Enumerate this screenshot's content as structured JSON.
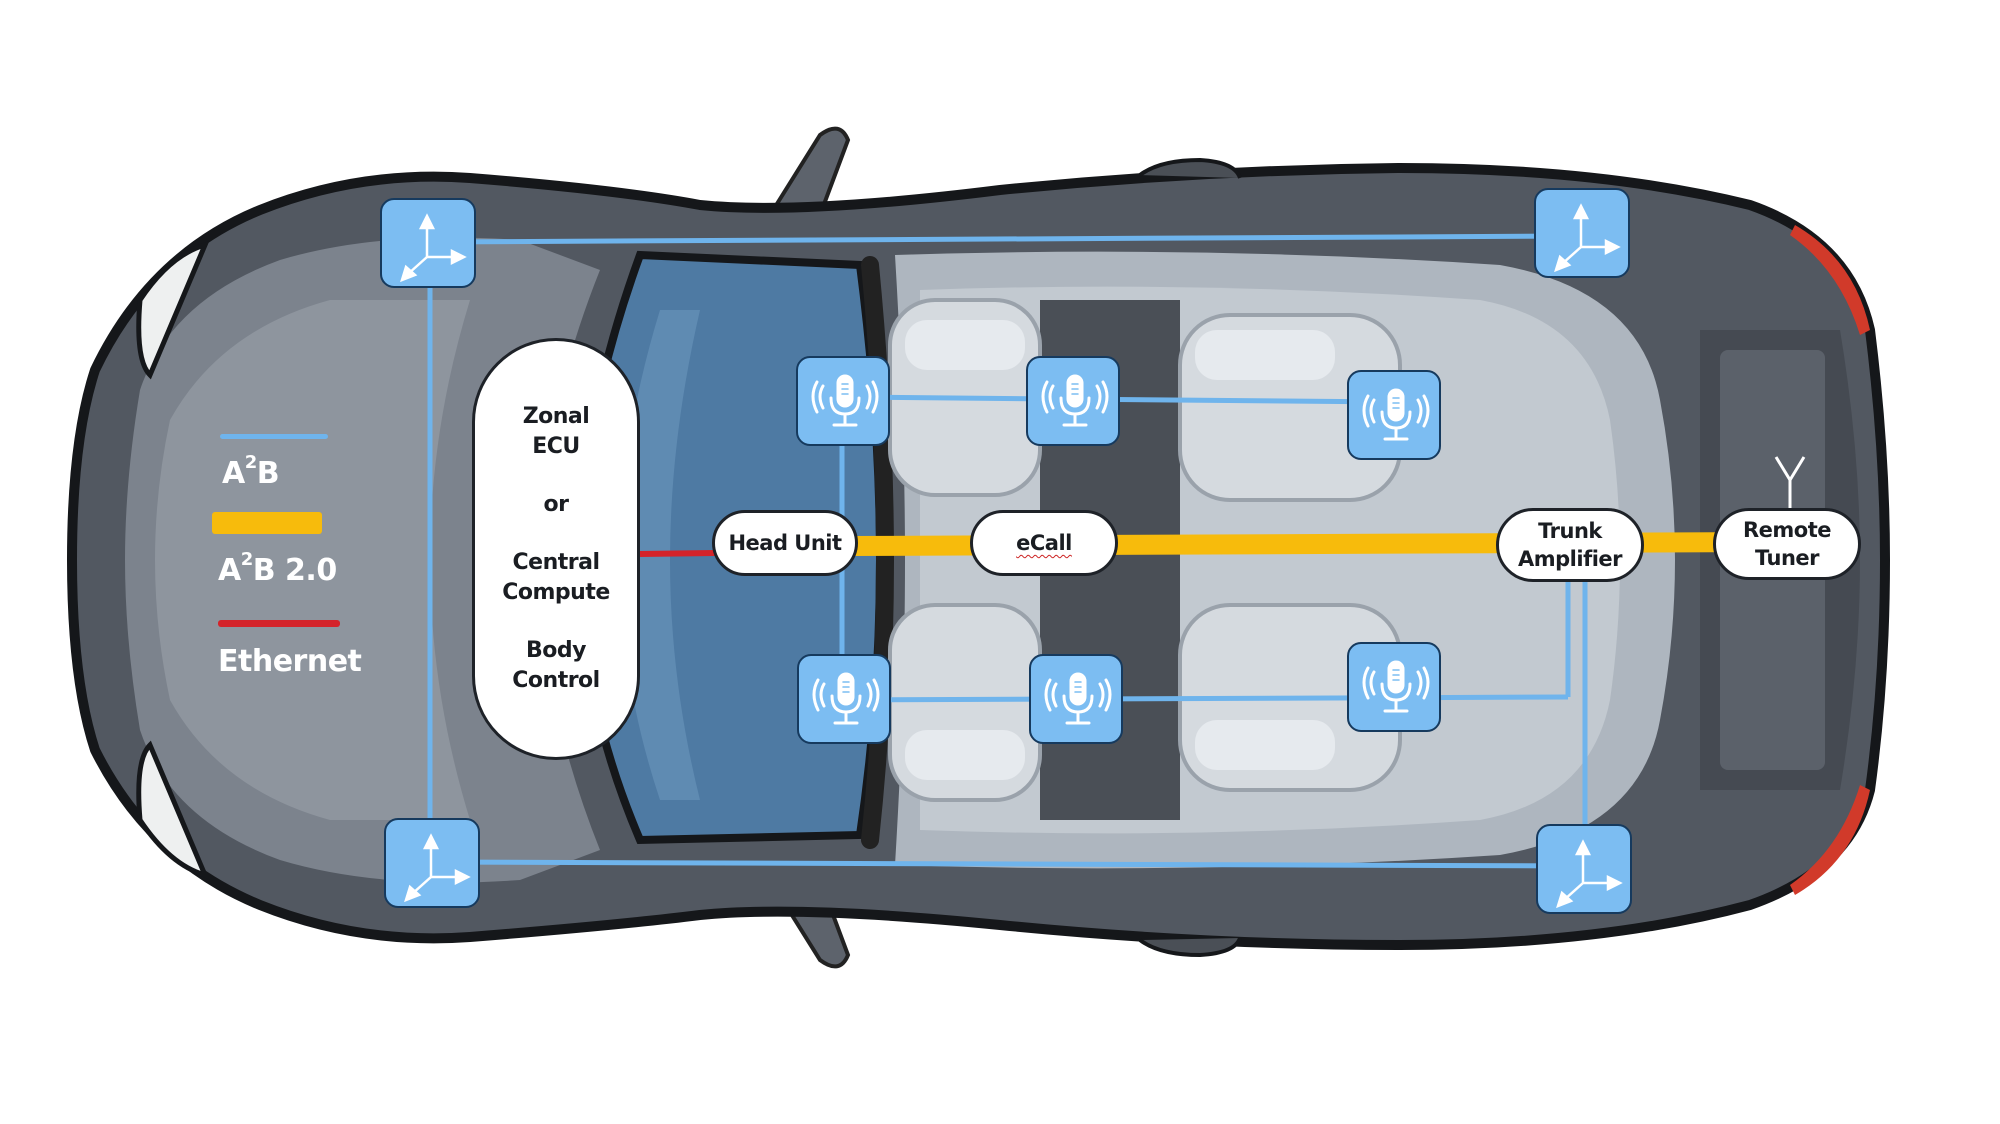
{
  "legend": {
    "items": [
      {
        "label_main": "A",
        "label_sup": "2",
        "label_rest": "B",
        "color": "#6fb4ec"
      },
      {
        "label_main": "A",
        "label_sup": "2",
        "label_rest": "B 2.0",
        "color": "#f7bb0c"
      },
      {
        "label_main": "Ethernet",
        "label_sup": "",
        "label_rest": "",
        "color": "#d4232a"
      }
    ]
  },
  "ecu": {
    "line1": "Zonal",
    "line2": "ECU",
    "line3": "or",
    "line4": "Central",
    "line5": "Compute",
    "line6": "Body",
    "line7": "Control"
  },
  "components": {
    "head_unit": "Head Unit",
    "ecall": "eCall",
    "trunk_amp_line1": "Trunk",
    "trunk_amp_line2": "Amplifier",
    "remote_tuner_line1": "Remote",
    "remote_tuner_line2": "Tuner"
  },
  "nodes": {
    "accelerometers": [
      "front-left",
      "rear-left",
      "front-right",
      "rear-right"
    ],
    "microphones": [
      "row1-left-a",
      "row1-left-b",
      "row2-left",
      "row1-right-a",
      "row1-right-b",
      "row2-right"
    ]
  },
  "colors": {
    "a2b": "#6fb4ec",
    "a2b_2": "#f7bb0c",
    "ethernet": "#d4232a",
    "node_fill": "#7cbdf2",
    "body": "#5f6670"
  }
}
